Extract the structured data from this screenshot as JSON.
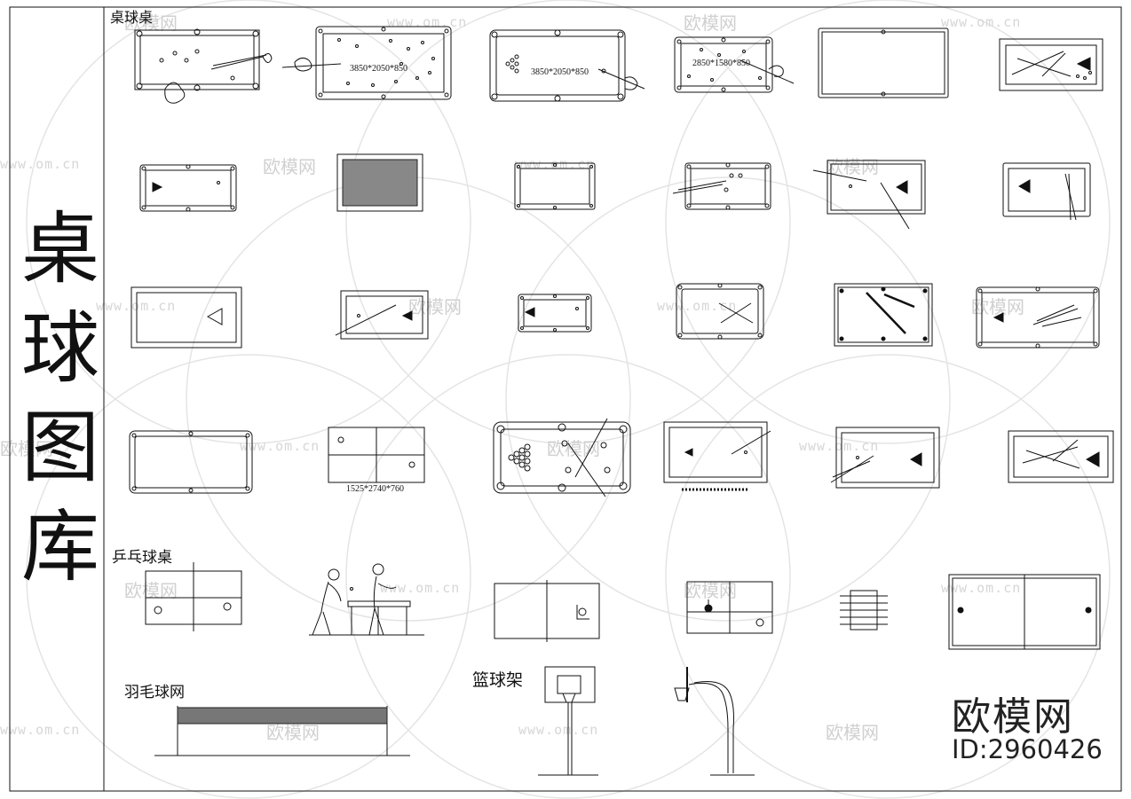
{
  "sheet": {
    "side_title_chars": [
      "桌",
      "球",
      "图",
      "库"
    ],
    "sections": {
      "billiard": "桌球桌",
      "pingpong": "乒乓球桌",
      "badminton": "羽毛球网",
      "basketball": "篮球架"
    },
    "dimensions": {
      "d1": "3850*2050*850",
      "d2": "3850*2050*850",
      "d3": "2850*1580*850",
      "d4": "1525*2740*760"
    }
  },
  "watermark": {
    "brand": "欧模网",
    "id": "ID:2960426",
    "url_text": "www.om.cn",
    "logo_text": "欧模网"
  },
  "colors": {
    "line": "#111111",
    "watermark": "#d0d0d0",
    "background": "#ffffff"
  }
}
